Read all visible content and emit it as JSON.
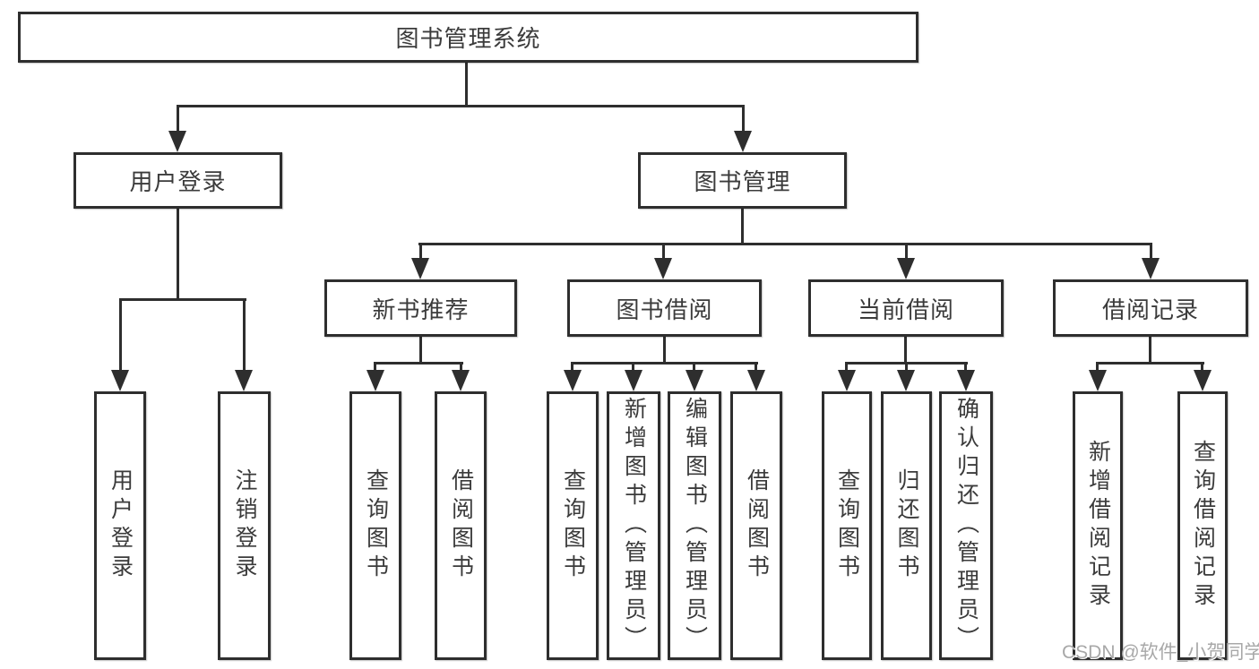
{
  "colors": {
    "line": "#2e2e2e",
    "text": "#3b3b3b",
    "box_fill": "#ffffff",
    "watermark": "#a8a8a8"
  },
  "watermark": {
    "text": "CSDN @软件_小贺同学"
  },
  "tree": {
    "root": "图书管理系统",
    "branches": [
      {
        "label": "用户登录",
        "children": [
          "用户登录",
          "注销登录"
        ]
      },
      {
        "label": "图书管理",
        "groups": [
          {
            "label": "新书推荐",
            "children": [
              "查询图书",
              "借阅图书"
            ]
          },
          {
            "label": "图书借阅",
            "children": [
              "查询图书",
              "新增图书（管理员）",
              "编辑图书（管理员）",
              "借阅图书"
            ]
          },
          {
            "label": "当前借阅",
            "children": [
              "查询图书",
              "归还图书",
              "确认归还（管理员）"
            ]
          },
          {
            "label": "借阅记录",
            "children": [
              "新增借阅记录",
              "查询借阅记录"
            ]
          }
        ]
      }
    ]
  }
}
